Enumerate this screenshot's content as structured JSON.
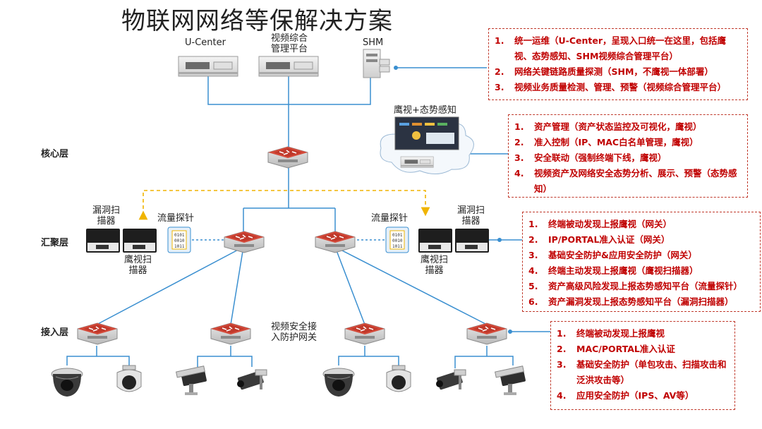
{
  "title": "物联网网络等保解决方案",
  "devices": {
    "ucenter": "U-Center",
    "video_platform_line1": "视频综合",
    "video_platform_line2": "管理平台",
    "shm": "SHM",
    "yingshi_situation": "鹰视+态势感知",
    "vuln_scanner_left_1": "漏洞扫",
    "vuln_scanner_left_2": "描器",
    "yingshi_scanner_left_1": "鹰视扫",
    "yingshi_scanner_left_2": "描器",
    "probe_left": "流量探针",
    "probe_right": "流量探针",
    "vuln_scanner_right_1": "漏洞扫",
    "vuln_scanner_right_2": "描器",
    "yingshi_scanner_right_1": "鹰视扫",
    "yingshi_scanner_right_2": "描器",
    "video_gateway_1": "视频安全接",
    "video_gateway_2": "入防护网关"
  },
  "layers": {
    "core": "核心层",
    "aggregation": "汇聚层",
    "access": "接入层"
  },
  "boxes": {
    "box1": [
      {
        "num": "1.",
        "text": "统一运维（U-Center，呈现入口统一在这里，包括鹰视、态势感知、SHM视频综合管理平台）"
      },
      {
        "num": "2.",
        "text": "网络关键链路质量探测（SHM，不鹰视一体部署）"
      },
      {
        "num": "3.",
        "text": "视频业务质量检测、管理、预警（视频综合管理平台）"
      }
    ],
    "box2": [
      {
        "num": "1.",
        "text": "资产管理（资产状态监控及可视化，鹰视）"
      },
      {
        "num": "2.",
        "text": "准入控制（IP、MAC白名单管理，鹰视）"
      },
      {
        "num": "3.",
        "text": "安全联动（强制终端下线，鹰视）"
      },
      {
        "num": "4.",
        "text": "视频资产及网络安全态势分析、展示、预警（态势感知）"
      }
    ],
    "box3": [
      {
        "num": "1.",
        "text": "终端被动发现上报鹰视（网关）"
      },
      {
        "num": "2.",
        "text": "IP/PORTAL准入认证（网关）"
      },
      {
        "num": "3.",
        "text": "基础安全防护&应用安全防护（网关）"
      },
      {
        "num": "4.",
        "text": "终端主动发现上报鹰视（鹰视扫描器）"
      },
      {
        "num": "5.",
        "text": "资产高级风险发现上报态势感知平台（流量探针）"
      },
      {
        "num": "6.",
        "text": "资产漏洞发现上报态势感知平台（漏洞扫描器）"
      }
    ],
    "box4": [
      {
        "num": "1.",
        "text": "终端被动发现上报鹰视"
      },
      {
        "num": "2.",
        "text": "MAC/PORTAL准入认证"
      },
      {
        "num": "3.",
        "text": "基础安全防护（单包攻击、扫描攻击和泛洪攻击等）"
      },
      {
        "num": "4.",
        "text": "应用安全防护（IPS、AV等）"
      }
    ]
  },
  "colors": {
    "link": "#3a8fd0",
    "dashed_arrow": "#f0b400",
    "box_text": "#c00000",
    "box_border": "#c0392b",
    "switch_red": "#c0392b"
  }
}
